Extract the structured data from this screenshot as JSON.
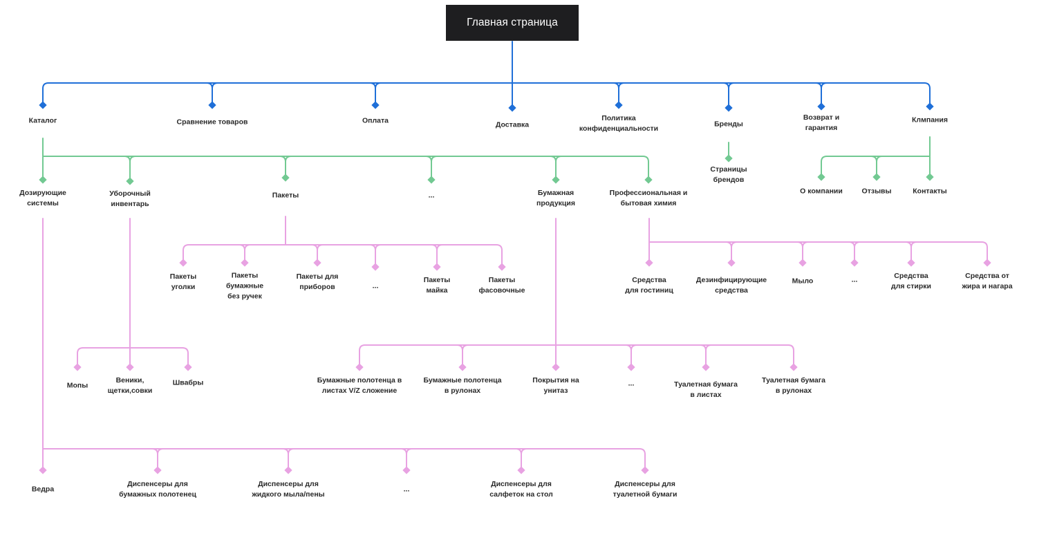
{
  "colors": {
    "level1": "#1f6fd8",
    "level2": "#72c992",
    "level3": "#e8a2e2",
    "root_bg": "#1e1e20"
  },
  "root": "Главная страница",
  "level1": {
    "catalog": [
      "Каталог"
    ],
    "compare": [
      "Сравнение товаров"
    ],
    "payment": [
      "Оплата"
    ],
    "delivery": [
      "Доставка"
    ],
    "privacy": [
      "Политика",
      "конфиденциальности"
    ],
    "brands": [
      "Бренды"
    ],
    "returns": [
      "Возврат и",
      "гарантия"
    ],
    "company": [
      "Клмпания"
    ]
  },
  "level2": {
    "dosing": [
      "Дозирующие",
      "системы"
    ],
    "cleaning": [
      "Уборочный",
      "инвентарь"
    ],
    "bags": [
      "Пакеты"
    ],
    "catalog_more": [
      "..."
    ],
    "paper": [
      "Бумажная",
      "продукция"
    ],
    "chemistry": [
      "Профессиональная и",
      "бытовая химия"
    ],
    "brand_pages": [
      "Страницы",
      "брендов"
    ],
    "about": [
      "О компании"
    ],
    "reviews": [
      "Отзывы"
    ],
    "contacts": [
      "Контакты"
    ]
  },
  "bags": {
    "corners": [
      "Пакеты",
      "уголки"
    ],
    "paper_no_handles": [
      "Пакеты",
      "бумажные",
      "без ручек"
    ],
    "cutlery": [
      "Пакеты для",
      "приборов"
    ],
    "more": [
      "..."
    ],
    "tshirt": [
      "Пакеты",
      "майка"
    ],
    "packing": [
      "Пакеты",
      "фасовочные"
    ]
  },
  "chemistry": {
    "hotels": [
      "Средства",
      "для гостиниц"
    ],
    "disinfect": [
      "Дезинфицирующие",
      "средства"
    ],
    "soap": [
      "Мыло"
    ],
    "more": [
      "..."
    ],
    "laundry": [
      "Средства",
      "для стирки"
    ],
    "grease": [
      "Средства от",
      "жира и нагара"
    ]
  },
  "cleaning": {
    "mops": [
      "Мопы"
    ],
    "brooms": [
      "Веники,",
      "щетки,совки"
    ],
    "squeegees": [
      "Швабры"
    ]
  },
  "paper": {
    "towels_sheets": [
      "Бумажные полотенца в",
      "листах V/Z сложение"
    ],
    "towels_rolls": [
      "Бумажные полотенца",
      "в рулонах"
    ],
    "seat_covers": [
      "Покрытия на",
      "унитаз"
    ],
    "more": [
      "..."
    ],
    "tp_sheets": [
      "Туалетная бумага",
      "в листах"
    ],
    "tp_rolls": [
      "Туалетная бумага",
      "в рулонах"
    ]
  },
  "dosing": {
    "buckets": [
      "Ведра"
    ],
    "towel_disp": [
      "Диспенсеры для",
      "бумажных полотенец"
    ],
    "soap_disp": [
      "Диспенсеры для",
      "жидкого мыла/пены"
    ],
    "more": [
      "..."
    ],
    "napkin_disp": [
      "Диспенсеры для",
      "салфеток на стол"
    ],
    "tp_disp": [
      "Диспенсеры для",
      "туалетной бумаги"
    ]
  }
}
